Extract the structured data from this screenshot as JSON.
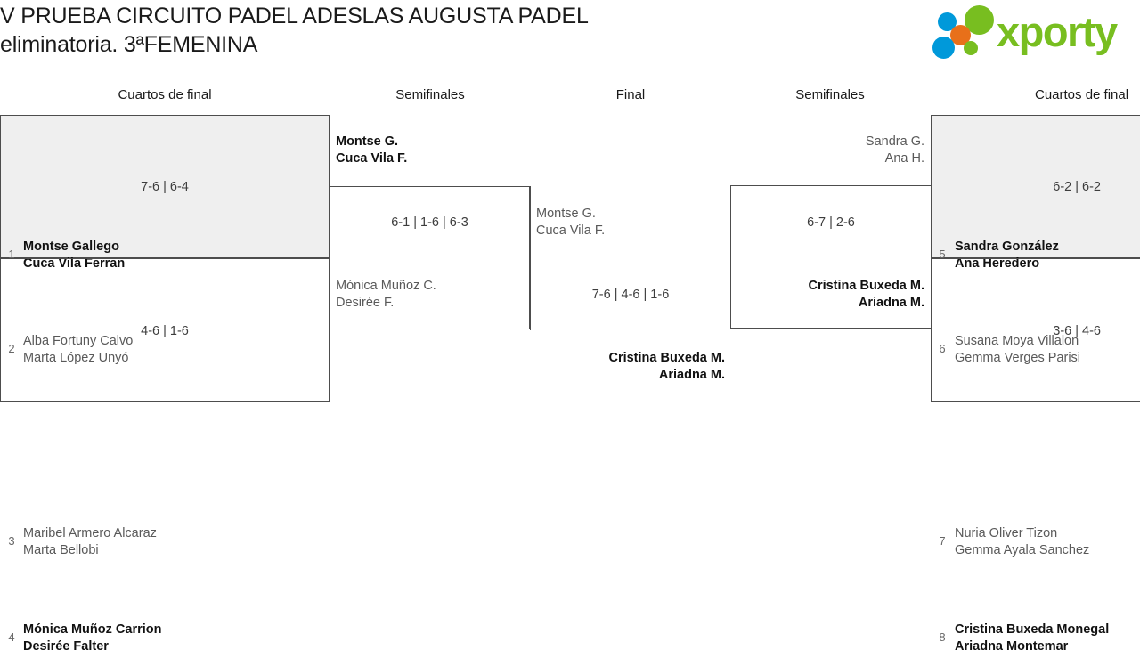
{
  "header": {
    "title_line1": "V PRUEBA CIRCUITO PADEL ADESLAS AUGUSTA PADEL",
    "title_line2": "eliminatoria. 3ªFEMENINA",
    "logo_text": "xporty",
    "logo_colors": {
      "green": "#78be20",
      "blue": "#0099da",
      "orange": "#e8701a"
    }
  },
  "rounds": [
    {
      "label": "Cuartos de final"
    },
    {
      "label": "Semifinales"
    },
    {
      "label": "Final"
    },
    {
      "label": "Semifinales"
    },
    {
      "label": "Cuartos de final"
    }
  ],
  "bracket": {
    "left_quarterfinals": [
      {
        "score": "7-6 | 6-4",
        "top": {
          "seed": "1",
          "line1": "Montse Gallego",
          "line2": "Cuca Vila Ferran",
          "winner": true
        },
        "bottom": {
          "seed": "2",
          "line1": "Alba Fortuny Calvo",
          "line2": "Marta López Unyó",
          "winner": false
        }
      },
      {
        "score": "4-6 | 1-6",
        "top": {
          "seed": "3",
          "line1": "Maribel Armero Alcaraz",
          "line2": "Marta Bellobi",
          "winner": false
        },
        "bottom": {
          "seed": "4",
          "line1": "Mónica Muñoz Carrion",
          "line2": "Desirée Falter",
          "winner": true
        }
      }
    ],
    "left_semifinal": {
      "score": "6-1 | 1-6 | 6-3",
      "top": {
        "line1": "Montse G.",
        "line2": "Cuca Vila F.",
        "winner": true
      },
      "bottom": {
        "line1": "Mónica Muñoz C.",
        "line2": "Desirée F.",
        "winner": false
      }
    },
    "final": {
      "score": "7-6 | 4-6 | 1-6",
      "left": {
        "line1": "Montse G.",
        "line2": "Cuca Vila F.",
        "winner": false
      },
      "right": {
        "line1": "Cristina Buxeda M.",
        "line2": "Ariadna M.",
        "winner": true
      }
    },
    "right_semifinal": {
      "score": "6-7 | 2-6",
      "top": {
        "line1": "Sandra G.",
        "line2": "Ana H.",
        "winner": false
      },
      "bottom": {
        "line1": "Cristina Buxeda M.",
        "line2": "Ariadna M.",
        "winner": true
      }
    },
    "right_quarterfinals": [
      {
        "score": "6-2 | 6-2",
        "top": {
          "seed": "5",
          "line1": "Sandra González",
          "line2": "Ana Heredero",
          "winner": true
        },
        "bottom": {
          "seed": "6",
          "line1": "Susana Moya Villalon",
          "line2": "Gemma Verges Parisi",
          "winner": false
        }
      },
      {
        "score": "3-6 | 4-6",
        "top": {
          "seed": "7",
          "line1": "Nuria Oliver Tizon",
          "line2": "Gemma Ayala Sanchez",
          "winner": false
        },
        "bottom": {
          "seed": "8",
          "line1": "Cristina Buxeda Monegal",
          "line2": "Ariadna Montemar",
          "winner": true
        }
      }
    ]
  }
}
